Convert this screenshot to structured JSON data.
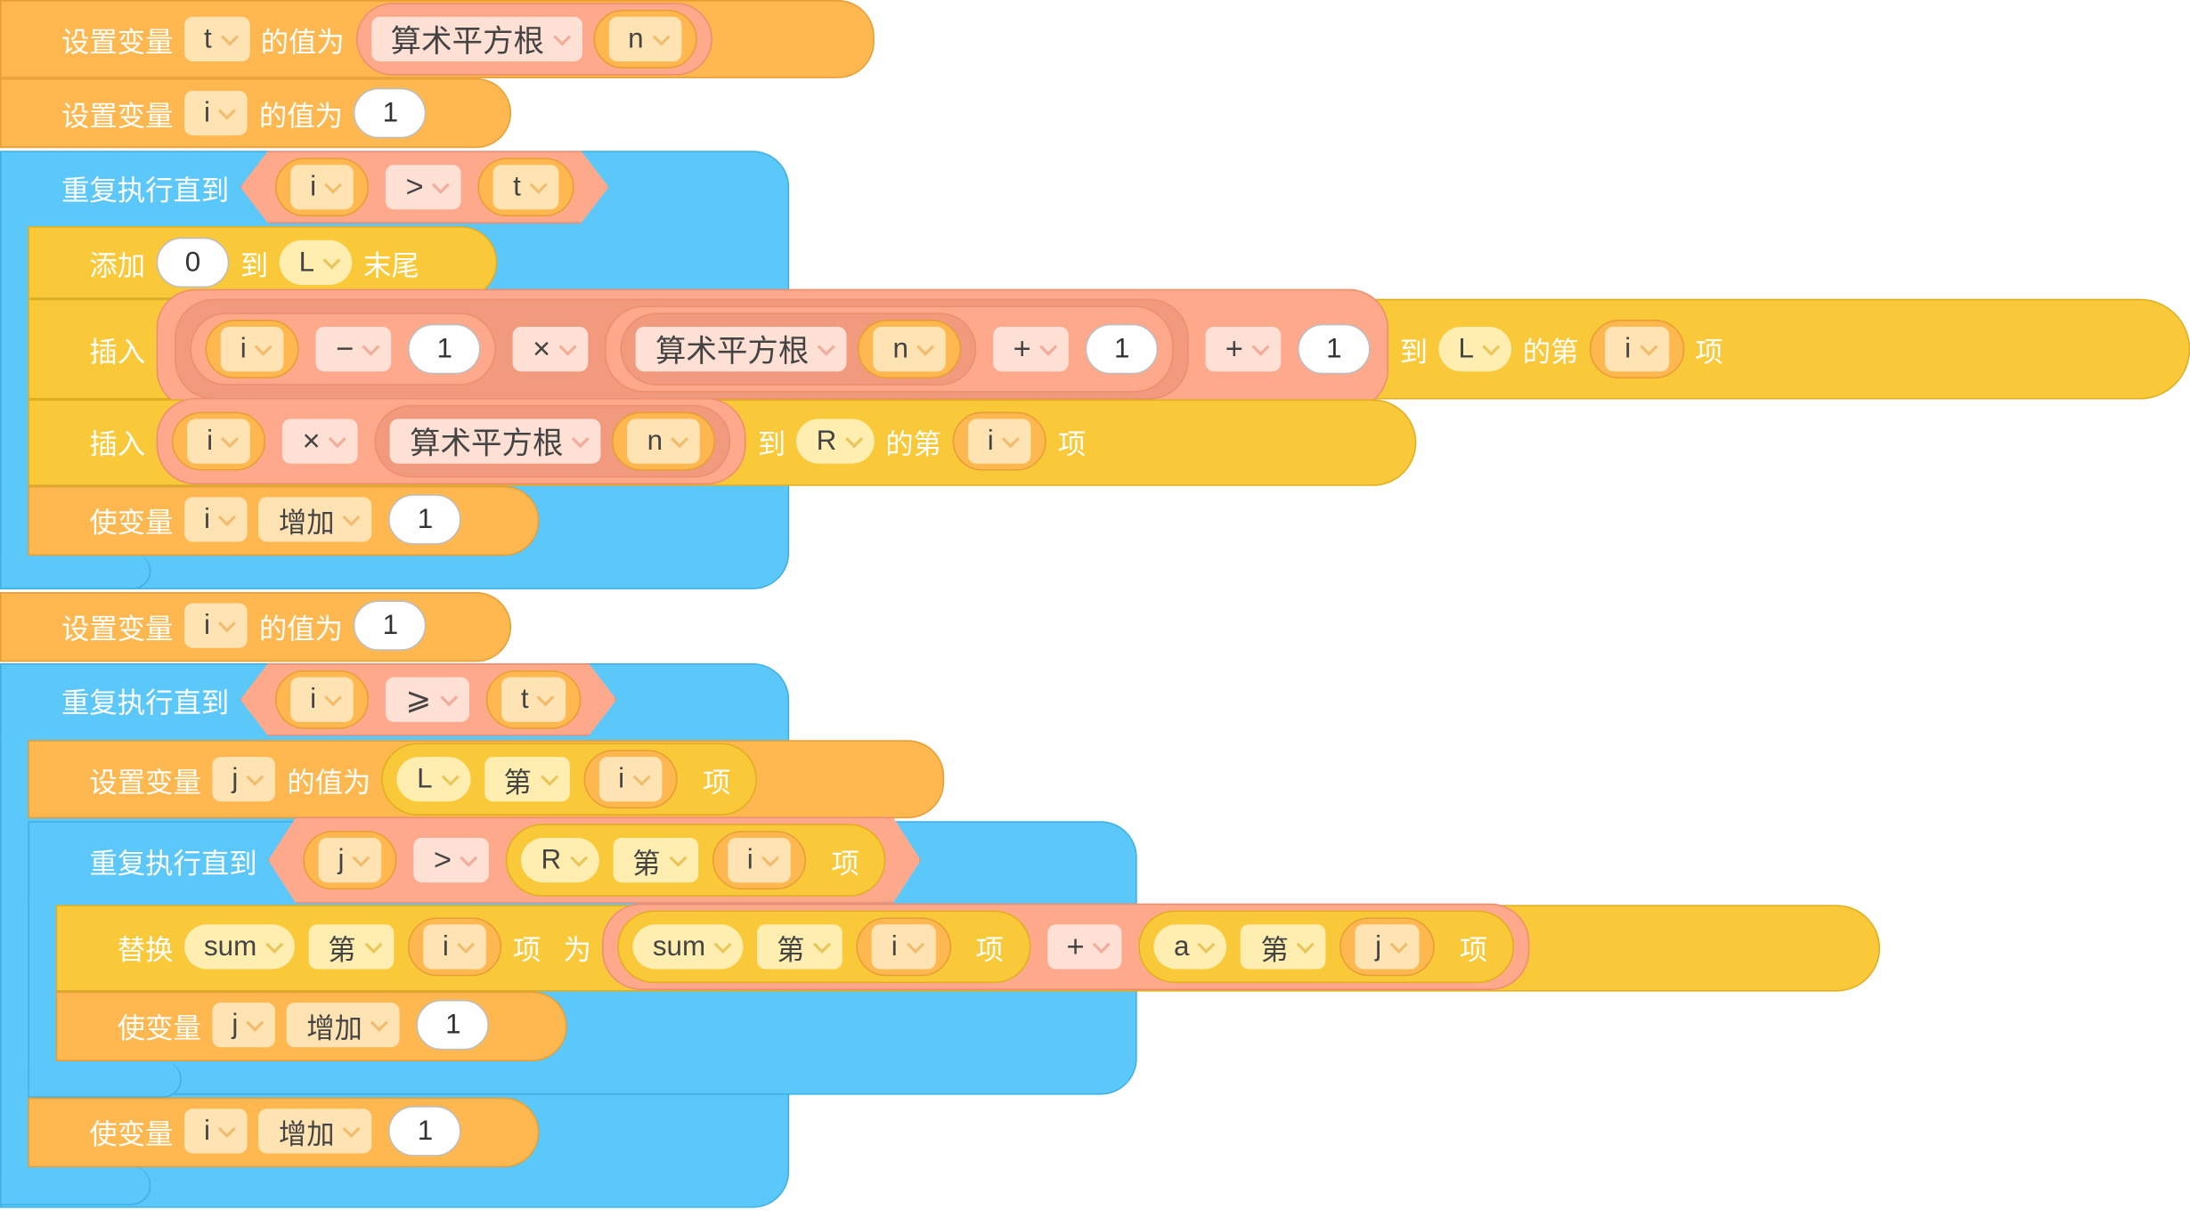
{
  "labels": {
    "set_var": "设置变量",
    "value_is": "的值为",
    "repeat_until": "重复执行直到",
    "add": "添加",
    "to": "到",
    "end": "末尾",
    "insert": "插入",
    "nth": "的第",
    "item": "项",
    "change_var": "使变量",
    "increase": "增加",
    "replace": "替换",
    "as": "为",
    "di": "第",
    "sqrt": "算术平方根"
  },
  "vars": {
    "t": "t",
    "i": "i",
    "j": "j",
    "n": "n",
    "sum": "sum",
    "a": "a"
  },
  "lists": {
    "L": "L",
    "R": "R"
  },
  "ops": {
    "gt": ">",
    "ge": "⩾",
    "minus": "−",
    "times": "×",
    "plus": "+"
  },
  "nums": {
    "zero": "0",
    "one": "1"
  },
  "colors": {
    "variable_block": "#FFB84F",
    "list_block": "#F9C93A",
    "control_block": "#5CC8FA",
    "operator_block": "#FFA98C"
  },
  "icons": {
    "dropdown": "chevron-down-icon"
  }
}
